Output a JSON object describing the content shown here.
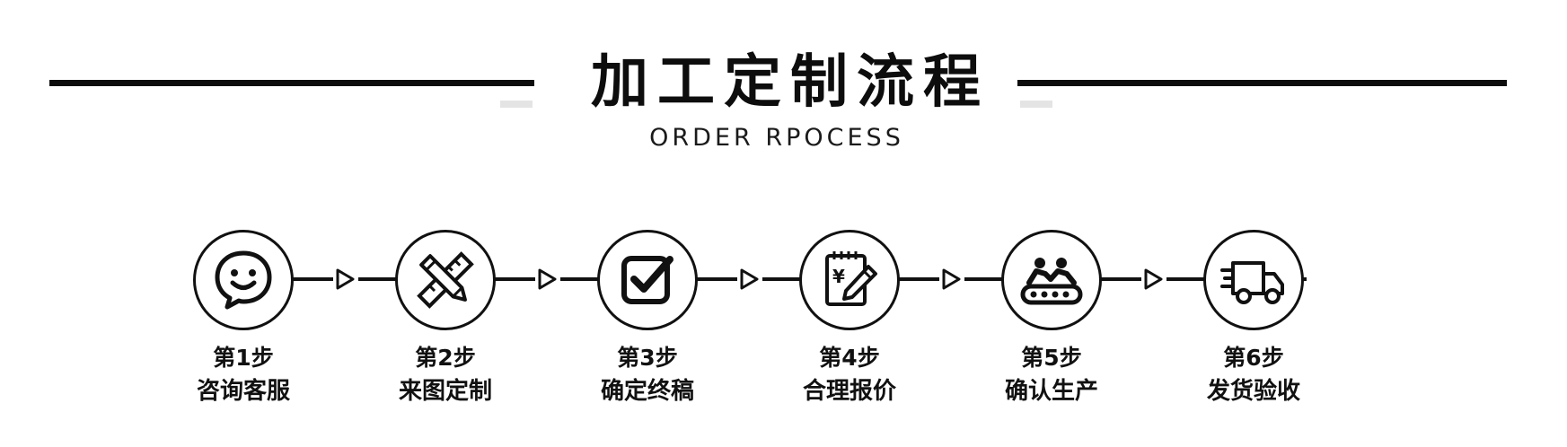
{
  "header": {
    "title": "加工定制流程",
    "subtitle": "ORDER RPOCESS"
  },
  "steps": [
    {
      "number": "第1步",
      "name": "咨询客服",
      "icon": "smile-chat-icon"
    },
    {
      "number": "第2步",
      "name": "来图定制",
      "icon": "ruler-pencil-icon"
    },
    {
      "number": "第3步",
      "name": "确定终稿",
      "icon": "checkbox-icon"
    },
    {
      "number": "第4步",
      "name": "合理报价",
      "icon": "price-note-icon"
    },
    {
      "number": "第5步",
      "name": "确认生产",
      "icon": "conveyor-icon"
    },
    {
      "number": "第6步",
      "name": "发货验收",
      "icon": "delivery-truck-icon"
    }
  ],
  "colors": {
    "line": "#111111",
    "background": "#ffffff",
    "shadow": "#e4e4e4"
  }
}
